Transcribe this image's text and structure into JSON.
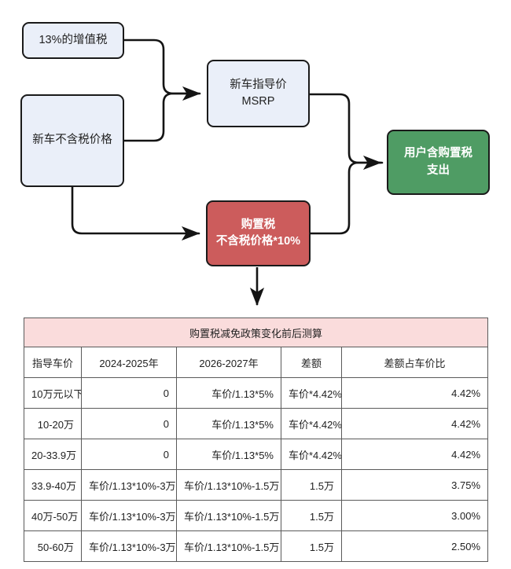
{
  "diagram": {
    "nodes": [
      {
        "id": "vat",
        "label": "13%的增值税",
        "style": "light",
        "text_color": "#222222",
        "fill": "#eaeff9"
      },
      {
        "id": "pretax",
        "label": "新车不含税价格",
        "style": "light",
        "text_color": "#222222",
        "fill": "#eaeff9"
      },
      {
        "id": "msrp",
        "label": "新车指导价\nMSRP",
        "style": "light",
        "text_color": "#222222",
        "fill": "#eaeff9"
      },
      {
        "id": "purchase",
        "label": "购置税\n不含税价格*10%",
        "style": "red",
        "text_color": "#ffffff",
        "fill": "#cc5c5c"
      },
      {
        "id": "expense",
        "label": "用户含购置税\n支出",
        "style": "green",
        "text_color": "#ffffff",
        "fill": "#4f9c64"
      }
    ],
    "edges": [
      {
        "from": "vat",
        "to": "msrp",
        "name": "vat-to-msrp"
      },
      {
        "from": "pretax",
        "to": "msrp",
        "name": "pretax-to-msrp"
      },
      {
        "from": "pretax",
        "to": "purchase",
        "name": "pretax-to-purchase"
      },
      {
        "from": "msrp",
        "to": "expense",
        "name": "msrp-to-expense"
      },
      {
        "from": "purchase",
        "to": "expense",
        "name": "purchase-to-expense"
      },
      {
        "from": "purchase",
        "to": "table",
        "name": "purchase-to-table"
      }
    ],
    "edge_color": "#141414"
  },
  "table": {
    "title": "购置税减免政策变化前后测算",
    "title_bg": "#fadcdc",
    "headers": [
      "指导车价",
      "2024-2025年",
      "2026-2027年",
      "差额",
      "差额占车价比"
    ],
    "rows": [
      {
        "price": "10万元以下",
        "y2024_2025": "0",
        "y2026_2027": "车价/1.13*5%",
        "diff": "车价*4.42%",
        "ratio": "4.42%"
      },
      {
        "price": "10-20万",
        "y2024_2025": "0",
        "y2026_2027": "车价/1.13*5%",
        "diff": "车价*4.42%",
        "ratio": "4.42%"
      },
      {
        "price": "20-33.9万",
        "y2024_2025": "0",
        "y2026_2027": "车价/1.13*5%",
        "diff": "车价*4.42%",
        "ratio": "4.42%"
      },
      {
        "price": "33.9-40万",
        "y2024_2025": "车价/1.13*10%-3万",
        "y2026_2027": "车价/1.13*10%-1.5万",
        "diff": "1.5万",
        "ratio": "3.75%"
      },
      {
        "price": "40万-50万",
        "y2024_2025": "车价/1.13*10%-3万",
        "y2026_2027": "车价/1.13*10%-1.5万",
        "diff": "1.5万",
        "ratio": "3.00%"
      },
      {
        "price": "50-60万",
        "y2024_2025": "车价/1.13*10%-3万",
        "y2026_2027": "车价/1.13*10%-1.5万",
        "diff": "1.5万",
        "ratio": "2.50%"
      }
    ]
  }
}
